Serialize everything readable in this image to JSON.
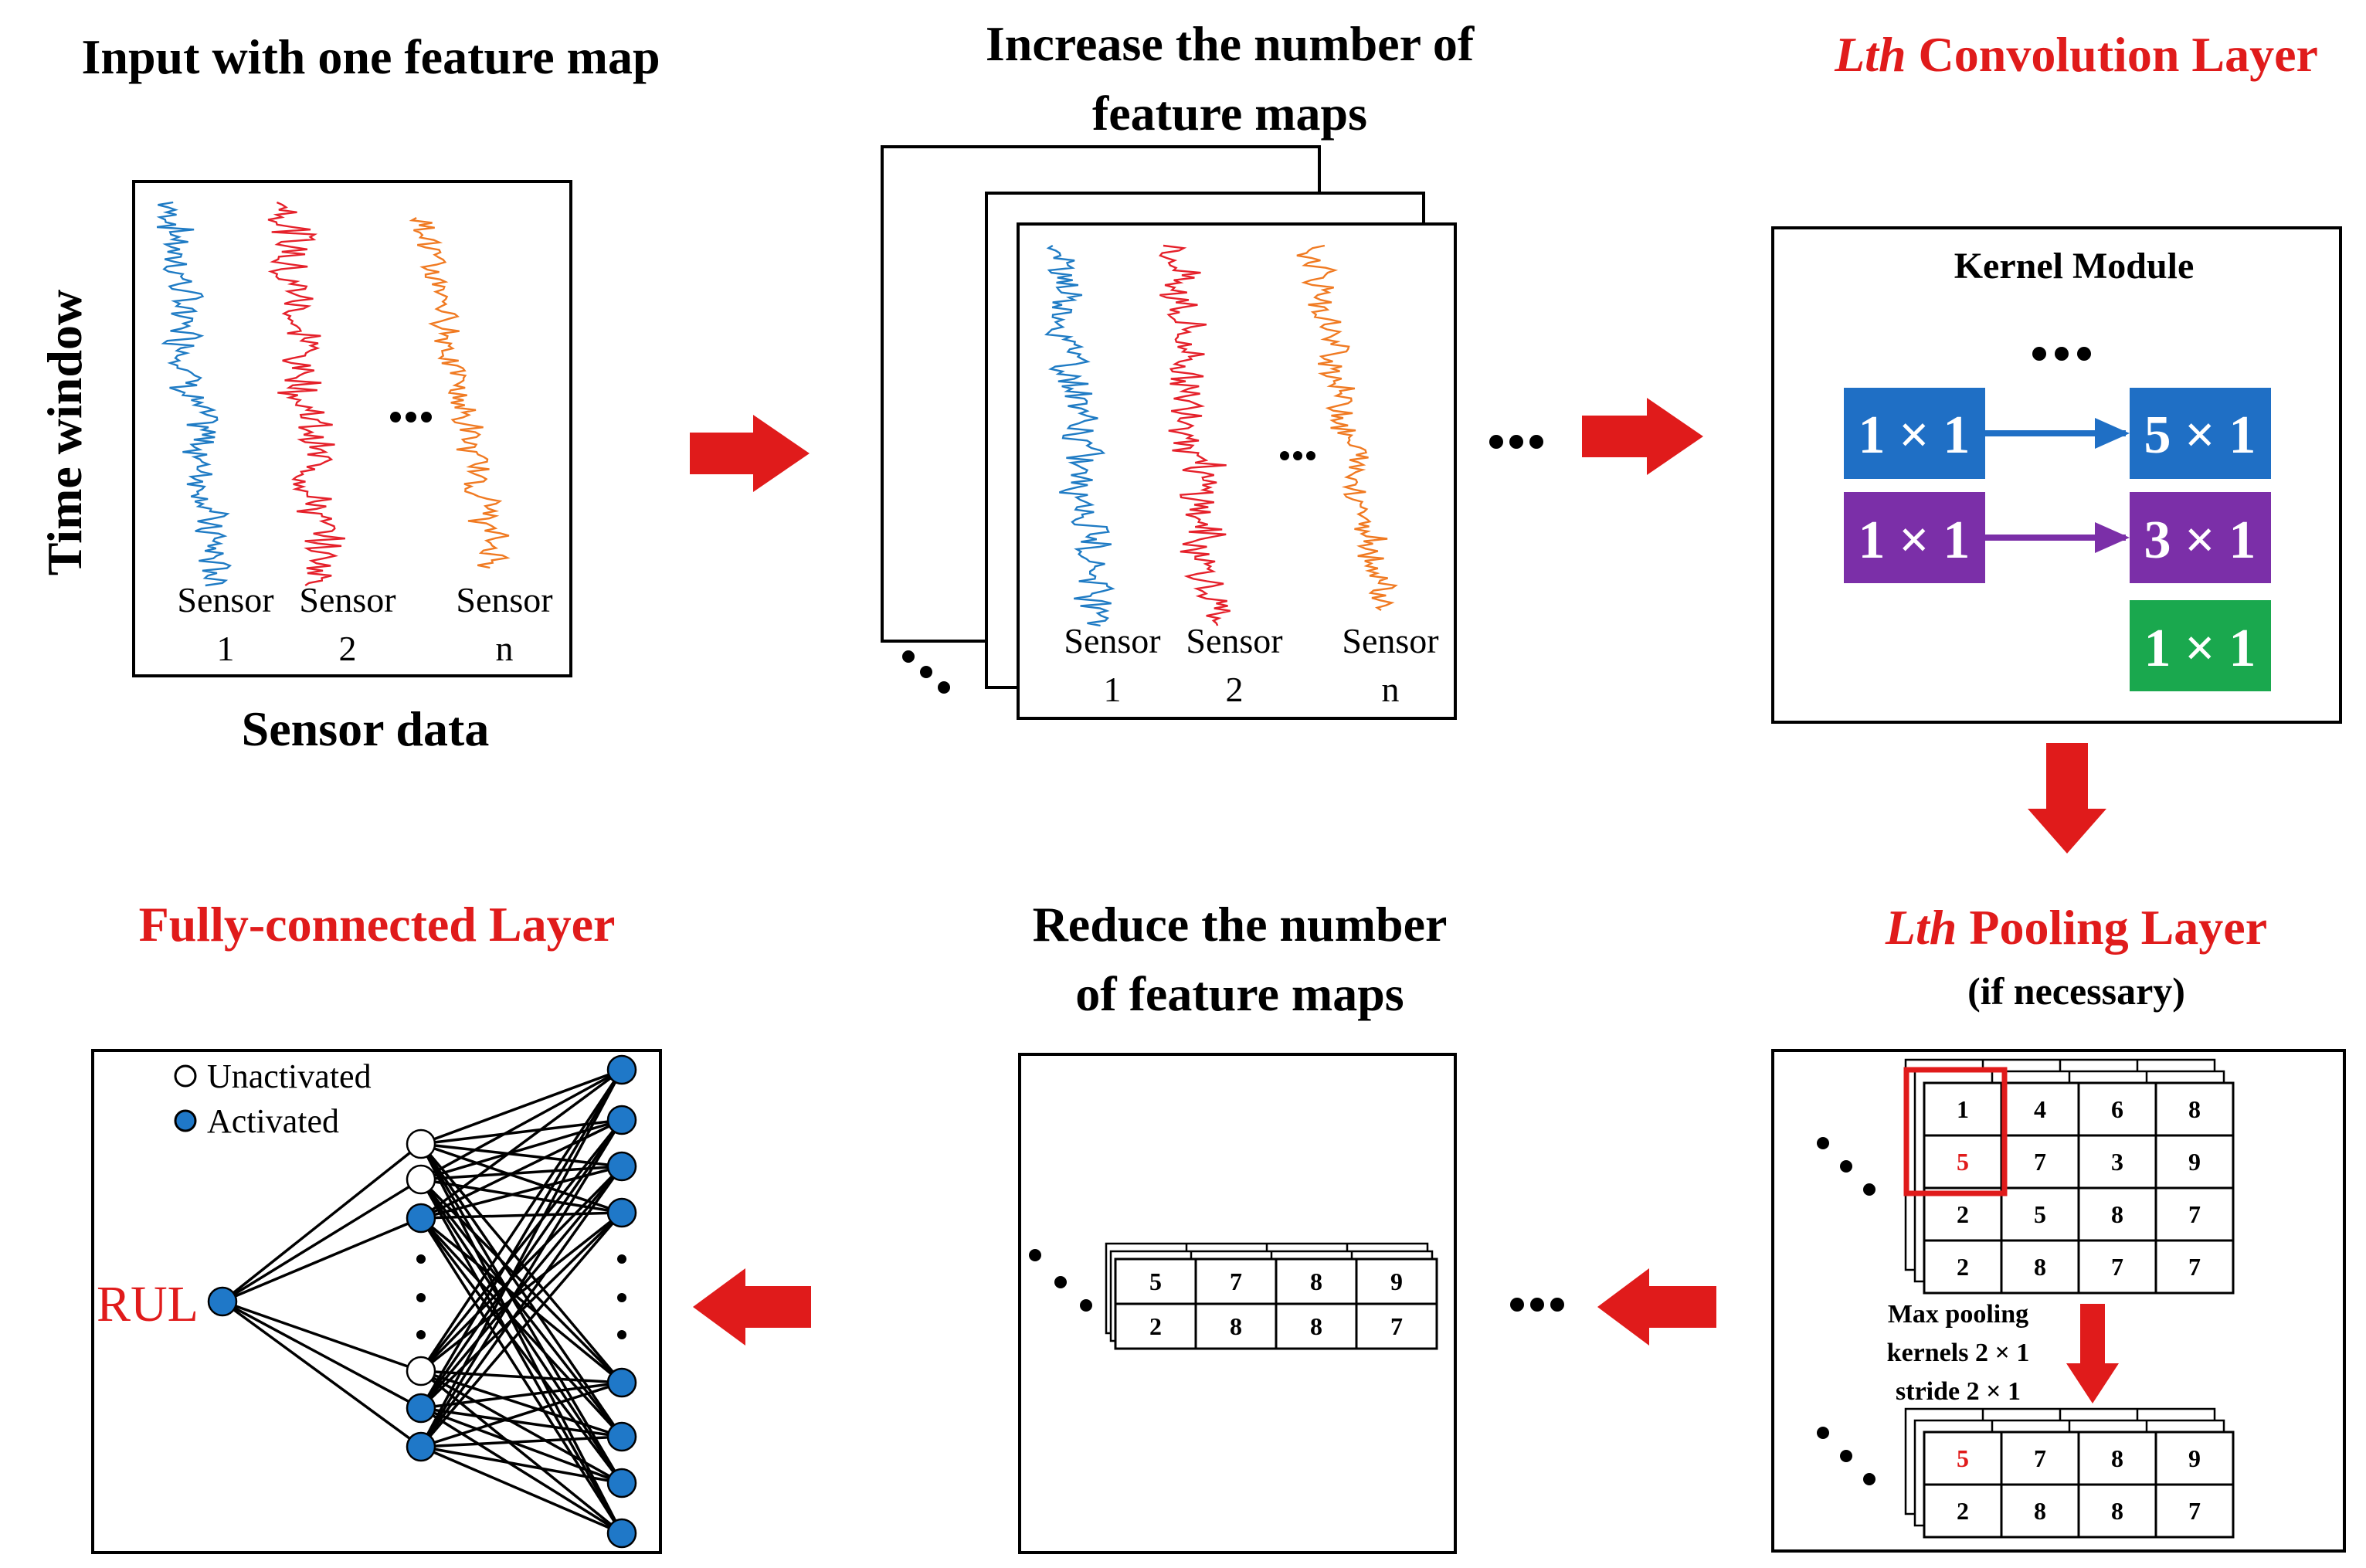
{
  "panel1": {
    "title": "Input with one feature map",
    "y_label": "Time window",
    "x_label": "Sensor data",
    "sensor1": [
      "Sensor",
      "1"
    ],
    "sensor2": [
      "Sensor",
      "2"
    ],
    "sensorn": [
      "Sensor",
      "n"
    ],
    "ellipsis": "..."
  },
  "panel2": {
    "title_line1": "Increase the number of",
    "title_line2": "feature maps",
    "sensor1": [
      "Sensor",
      "1"
    ],
    "sensor2": [
      "Sensor",
      "2"
    ],
    "sensorn": [
      "Sensor",
      "n"
    ]
  },
  "panel3": {
    "title_italic": "Lth",
    "title_rest": " Convolution Layer",
    "module_label": "Kernel Module",
    "kernels": [
      {
        "label": "1 × 1",
        "color": "#1f6fc5"
      },
      {
        "label": "5 × 1",
        "color": "#1f6fc5"
      },
      {
        "label": "1 × 1",
        "color": "#7b2fa8"
      },
      {
        "label": "3 × 1",
        "color": "#7b2fa8"
      },
      {
        "label": "1 × 1",
        "color": "#1aa84e"
      }
    ]
  },
  "panel4": {
    "title_italic": "Lth",
    "title_rest": " Pooling Layer",
    "subtitle": "(if necessary)",
    "grid_before": [
      [
        "1",
        "4",
        "6",
        "8"
      ],
      [
        "5",
        "7",
        "3",
        "9"
      ],
      [
        "2",
        "5",
        "8",
        "7"
      ],
      [
        "2",
        "8",
        "7",
        "7"
      ]
    ],
    "pool_label_1": "Max pooling",
    "pool_label_2": "kernels 2 × 1",
    "pool_label_3": "stride 2 × 1",
    "grid_after": [
      [
        "5",
        "7",
        "8",
        "9"
      ],
      [
        "2",
        "8",
        "8",
        "7"
      ]
    ]
  },
  "panel5": {
    "title_line1": "Reduce the number",
    "title_line2": "of feature maps",
    "grid": [
      [
        "5",
        "7",
        "8",
        "9"
      ],
      [
        "2",
        "8",
        "8",
        "7"
      ]
    ]
  },
  "panel6": {
    "title": "Fully-connected Layer",
    "legend_unactivated": "Unactivated",
    "legend_activated": "Activated",
    "output_label": "RUL"
  },
  "colors": {
    "accent_red": "#e01b1b",
    "sensor1": "#1f7bc4",
    "sensor2": "#e5202a",
    "sensorn": "#f07a22",
    "node_blue": "#1f78c8"
  }
}
